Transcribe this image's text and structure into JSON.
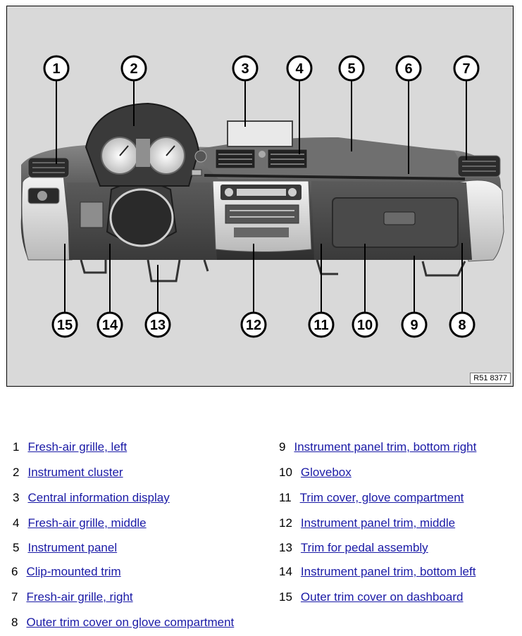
{
  "figure": {
    "reference_code": "R51 8377",
    "callouts": [
      "1",
      "2",
      "3",
      "4",
      "5",
      "6",
      "7",
      "8",
      "9",
      "10",
      "11",
      "12",
      "13",
      "14",
      "15"
    ]
  },
  "legend": {
    "items": [
      {
        "num": "1",
        "label": "Fresh-air grille, left"
      },
      {
        "num": "2",
        "label": "Instrument cluster"
      },
      {
        "num": "3",
        "label": "Central information display"
      },
      {
        "num": "4",
        "label": "Fresh-air grille, middle"
      },
      {
        "num": "5",
        "label": "Instrument panel"
      },
      {
        "num": "6",
        "label": "Clip-mounted trim"
      },
      {
        "num": "7",
        "label": "Fresh-air grille, right"
      },
      {
        "num": "8",
        "label": "Outer trim cover on glove compartment"
      },
      {
        "num": "9",
        "label": "Instrument panel trim, bottom right"
      },
      {
        "num": "10",
        "label": "Glovebox"
      },
      {
        "num": "11",
        "label": "Trim cover, glove compartment"
      },
      {
        "num": "12",
        "label": "Instrument panel trim, middle"
      },
      {
        "num": "13",
        "label": "Trim for pedal assembly"
      },
      {
        "num": "14",
        "label": "Instrument panel trim, bottom left"
      },
      {
        "num": "15",
        "label": "Outer trim cover on dashboard"
      }
    ]
  }
}
